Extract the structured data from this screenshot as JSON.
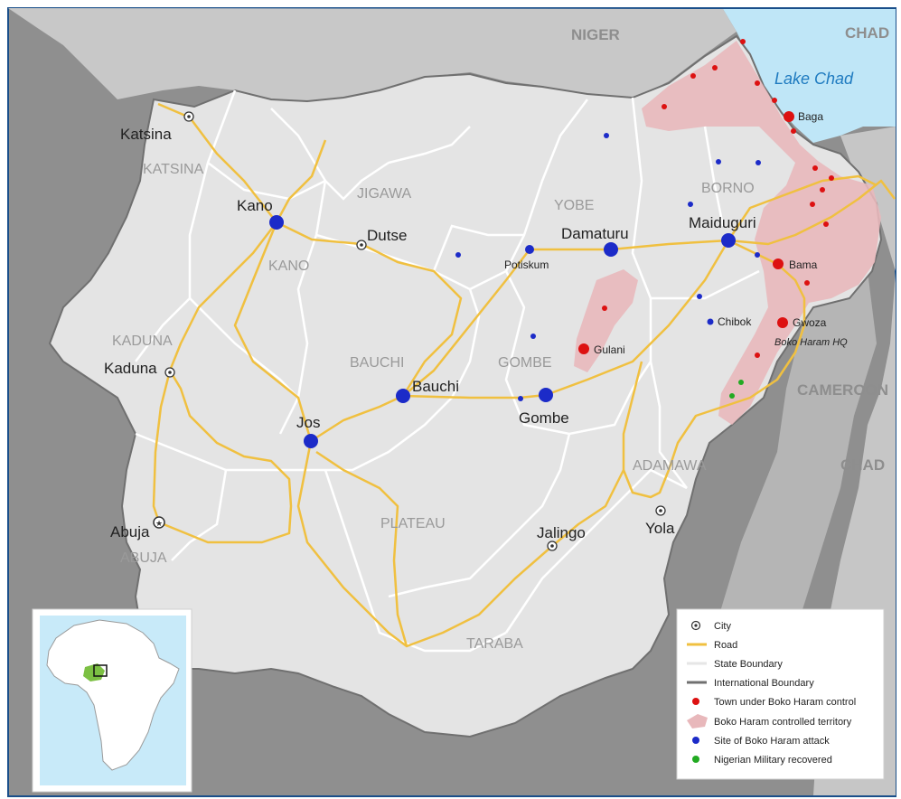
{
  "colors": {
    "background": "#8f8f8f",
    "nigeria_fill": "#e4e4e4",
    "water": "#bfe6f7",
    "road": "#f0c040",
    "state_boundary": "#ffffff",
    "international_boundary": "#707070",
    "boko_control_town": "#dd1111",
    "boko_territory": "#e8b8bb",
    "attack_site": "#1c2bc8",
    "military_recovered": "#22aa22"
  },
  "countries": {
    "niger": "NIGER",
    "chad_top": "CHAD",
    "chad_right": "CHAD",
    "cameroon": "CAMEROON"
  },
  "lake": {
    "name": "Lake Chad"
  },
  "states": {
    "katsina": "KATSINA",
    "jigawa": "JIGAWA",
    "yobe": "YOBE",
    "borno": "BORNO",
    "kano": "KANO",
    "kaduna": "KADUNA",
    "bauchi": "BAUCHI",
    "gombe": "GOMBE",
    "adamawa": "ADAMAWA",
    "plateau": "PLATEAU",
    "abuja": "ABUJA",
    "taraba": "TARABA"
  },
  "cities": {
    "katsina": "Katsina",
    "kano": "Kano",
    "dutse": "Dutse",
    "kaduna": "Kaduna",
    "jos": "Jos",
    "bauchi": "Bauchi",
    "abuja": "Abuja",
    "gombe": "Gombe",
    "jalingo": "Jalingo",
    "yola": "Yola",
    "damaturu": "Damaturu",
    "potiskum": "Potiskum",
    "maiduguri": "Maiduguri",
    "chibok": "Chibok",
    "baga": "Baga",
    "bama": "Bama",
    "gwoza": "Gwoza",
    "gulani": "Gulani"
  },
  "annotations": {
    "boko_hq": "Boko Haram HQ"
  },
  "legend": {
    "city": "City",
    "road": "Road",
    "state_boundary": "State Boundary",
    "international_boundary": "International Boundary",
    "town_control": "Town under Boko Haram control",
    "territory": "Boko Haram controlled territory",
    "attack": "Site of Boko Haram attack",
    "recovered": "Nigerian Military recovered"
  },
  "inset": {
    "icon": "africa-locator-map"
  }
}
